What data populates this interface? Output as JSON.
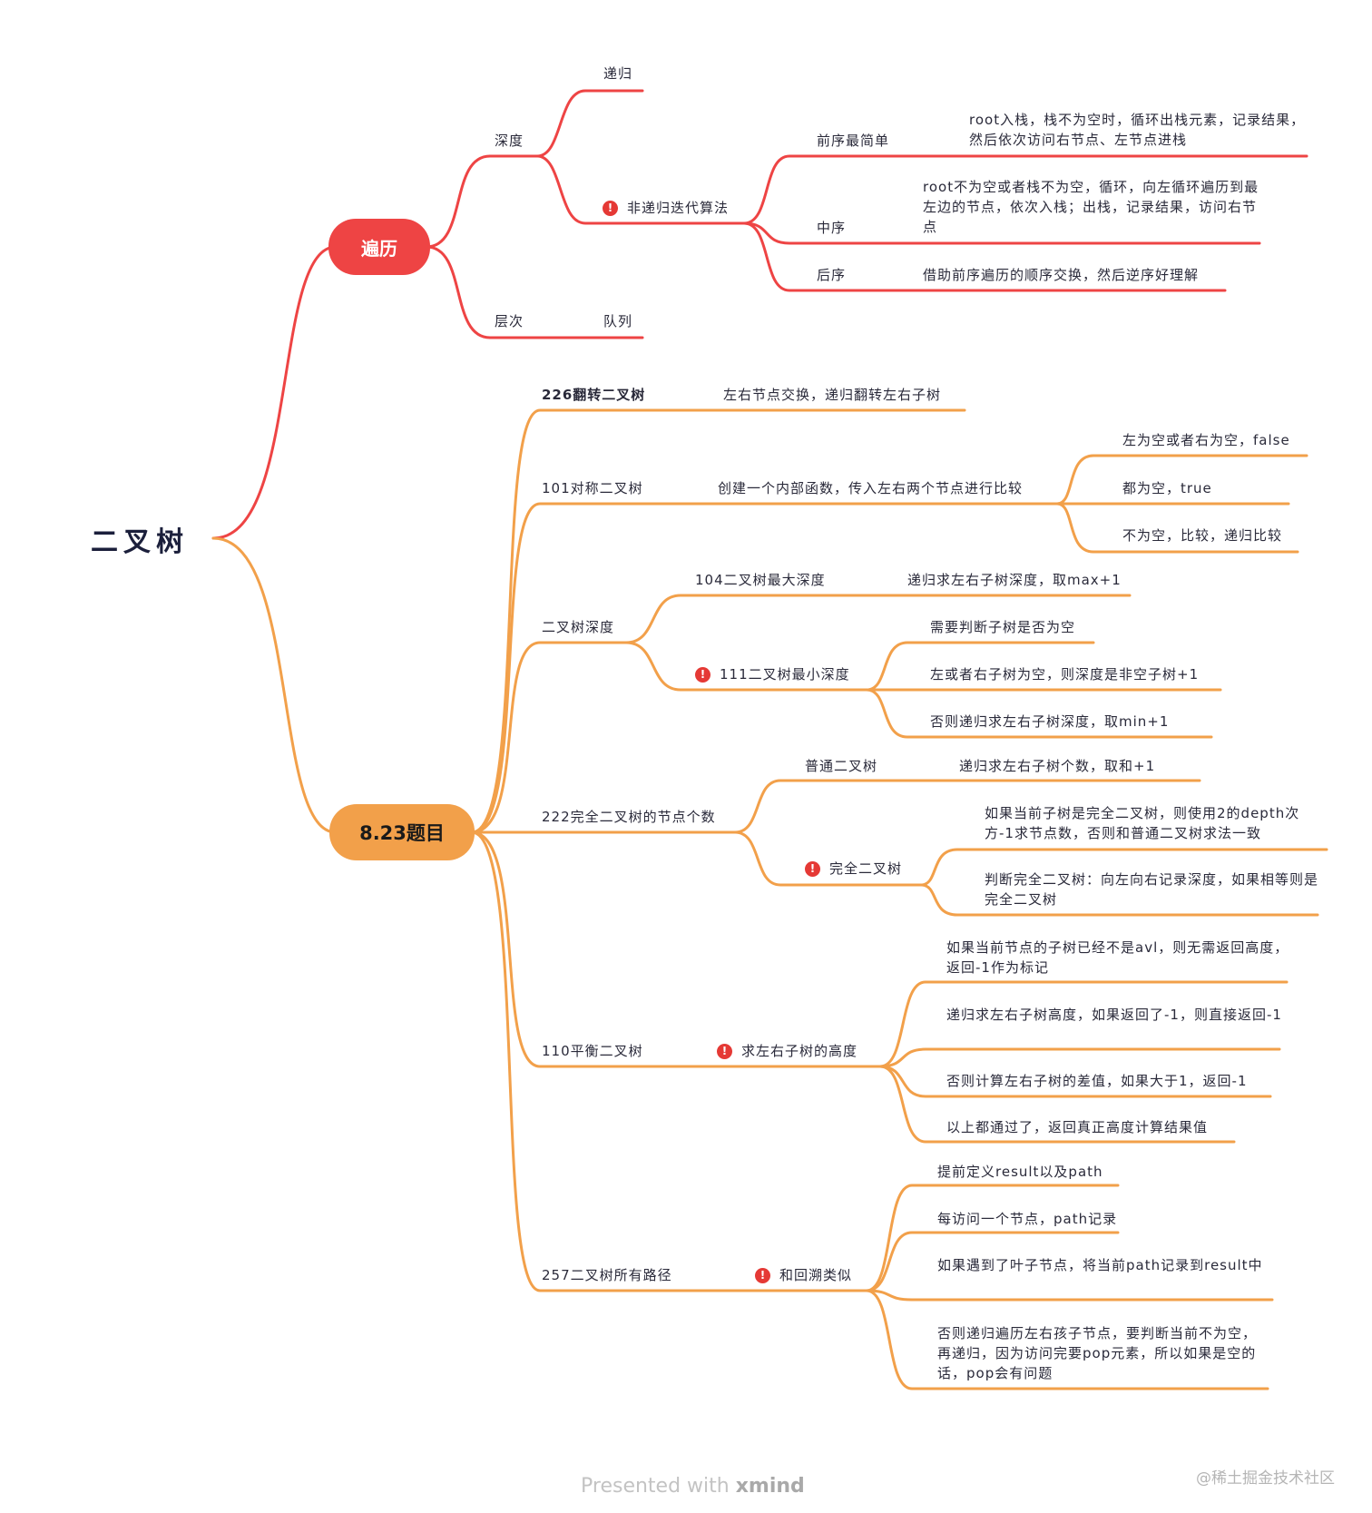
{
  "root": "二叉树",
  "colors": {
    "red": "#ee4444",
    "orange": "#f2a04a"
  },
  "traversal": {
    "label": "遍历",
    "depth": "深度",
    "recursion": "递归",
    "iterative": "非递归迭代算法",
    "preorder": "前序最简单",
    "preorder_desc": "root入栈，栈不为空时，循环出栈元素，记录结果，然后依次访问右节点、左节点进栈",
    "inorder": "中序",
    "inorder_desc": "root不为空或者栈不为空，循环，向左循环遍历到最左边的节点，依次入栈；出栈，记录结果，访问右节点",
    "postorder": "后序",
    "postorder_desc": "借助前序遍历的顺序交换，然后逆序好理解",
    "level": "层次",
    "queue": "队列"
  },
  "problems": {
    "label": "8.23题目",
    "p226": "226翻转二叉树",
    "p226_desc": "左右节点交换，递归翻转左右子树",
    "p101": "101对称二叉树",
    "p101_desc": "创建一个内部函数，传入左右两个节点进行比较",
    "p101_c1": "左为空或者右为空，false",
    "p101_c2": "都为空，true",
    "p101_c3": "不为空，比较，递归比较",
    "depth": "二叉树深度",
    "p104": "104二叉树最大深度",
    "p104_desc": "递归求左右子树深度，取max+1",
    "p111": "111二叉树最小深度",
    "p111_c1": "需要判断子树是否为空",
    "p111_c2": "左或者右子树为空，则深度是非空子树+1",
    "p111_c3": "否则递归求左右子树深度，取min+1",
    "p222": "222完全二叉树的节点个数",
    "p222_normal": "普通二叉树",
    "p222_normal_desc": "递归求左右子树个数，取和+1",
    "p222_complete": "完全二叉树",
    "p222_c1": "如果当前子树是完全二叉树，则使用2的depth次方-1求节点数，否则和普通二叉树求法一致",
    "p222_c2": "判断完全二叉树：向左向右记录深度，如果相等则是完全二叉树",
    "p110": "110平衡二叉树",
    "p110_method": "求左右子树的高度",
    "p110_c1": "如果当前节点的子树已经不是avl，则无需返回高度，返回-1作为标记",
    "p110_c2": "递归求左右子树高度，如果返回了-1，则直接返回-1",
    "p110_c3": "否则计算左右子树的差值，如果大于1，返回-1",
    "p110_c4": "以上都通过了，返回真正高度计算结果值",
    "p257": "257二叉树所有路径",
    "p257_method": "和回溯类似",
    "p257_c1": "提前定义result以及path",
    "p257_c2": "每访问一个节点，path记录",
    "p257_c3": "如果遇到了叶子节点，将当前path记录到result中",
    "p257_c4": "否则递归遍历左右孩子节点，要判断当前不为空，再递归，因为访问完要pop元素，所以如果是空的话，pop会有问题"
  },
  "footer": {
    "prefix": "Presented with ",
    "brand": "xmind"
  },
  "watermark": "@稀土掘金技术社区"
}
